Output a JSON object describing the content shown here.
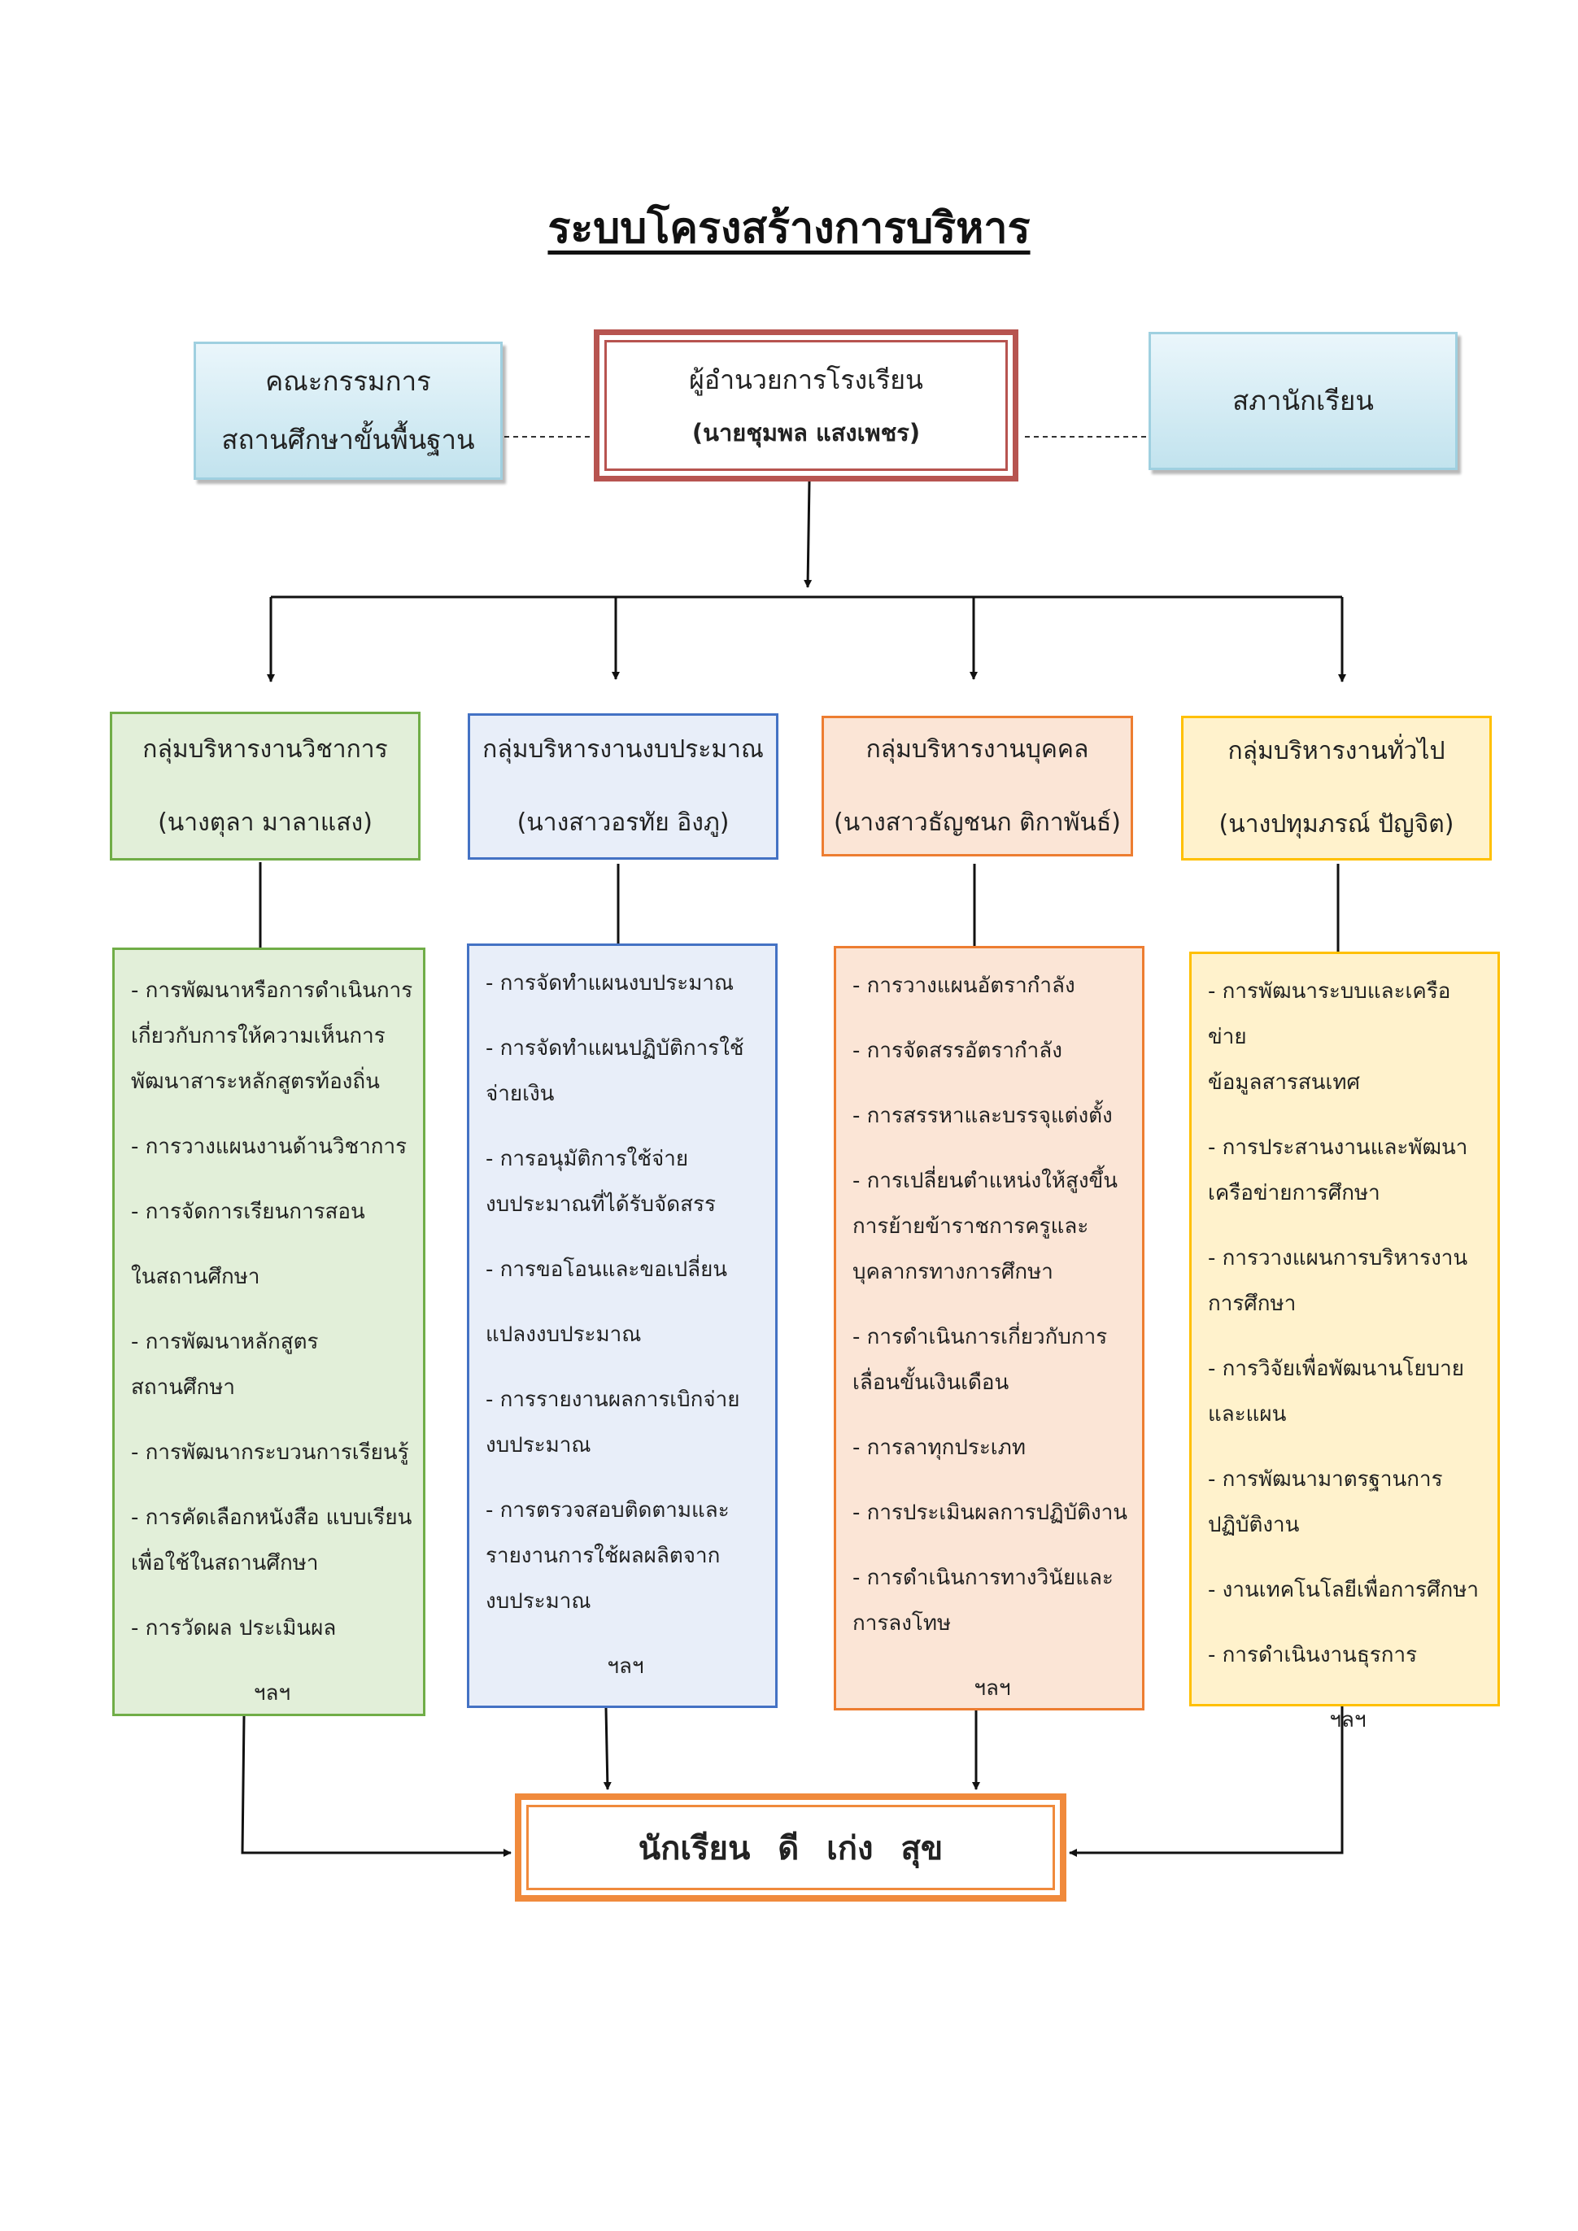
{
  "title": "ระบบโครงสร้างการบริหาร",
  "left_box": {
    "line1": "คณะกรรมการ",
    "line2": "สถานศึกษาขั้นพื้นฐาน"
  },
  "director": {
    "position": "ผู้อำนวยการโรงเรียน",
    "name": "(นายชุมพล แสงเพชร)"
  },
  "right_box": {
    "label": "สภานักเรียน"
  },
  "groups": [
    {
      "title": "กลุ่มบริหารงานวิชาการ",
      "head": "(นางตุลา มาลาแสง)",
      "items": [
        "- การพัฒนาหรือการดำเนินการ",
        "เกี่ยวกับการให้ความเห็นการ",
        "พัฒนาสาระหลักสูตรท้องถิ่น",
        "- การวางแผนงานด้านวิชาการ",
        "- การจัดการเรียนการสอน",
        "ในสถานศึกษา",
        "- การพัฒนาหลักสูตร",
        "สถานศึกษา",
        "- การพัฒนากระบวนการเรียนรู้",
        "- การคัดเลือกหนังสือ แบบเรียน",
        "เพื่อใช้ในสถานศึกษา",
        "- การวัดผล ประเมินผล"
      ],
      "etc": "ฯลฯ"
    },
    {
      "title": "กลุ่มบริหารงานงบประมาณ",
      "head": "(นางสาวอรทัย อิงภู)",
      "items": [
        "- การจัดทำแผนงบประมาณ",
        "- การจัดทำแผนปฏิบัติการใช้",
        "จ่ายเงิน",
        "- การอนุมัติการใช้จ่าย",
        "งบประมาณที่ได้รับจัดสรร",
        "- การขอโอนและขอเปลี่ยน",
        "แปลงงบประมาณ",
        "- การรายงานผลการเบิกจ่าย",
        "งบประมาณ",
        "- การตรวจสอบติดตามและ",
        "รายงานการใช้ผลผลิตจาก",
        "งบประมาณ"
      ],
      "etc": "ฯลฯ"
    },
    {
      "title": "กลุ่มบริหารงานบุคคล",
      "head": "(นางสาวธัญชนก ติกาพันธ์)",
      "items": [
        "- การวางแผนอัตรากำลัง",
        "- การจัดสรรอัตรากำลัง",
        "- การสรรหาและบรรจุแต่งตั้ง",
        "- การเปลี่ยนตำแหน่งให้สูงขึ้น",
        "การย้ายข้าราชการครูและ",
        "บุคลากรทางการศึกษา",
        "- การดำเนินการเกี่ยวกับการ",
        "เลื่อนขั้นเงินเดือน",
        "- การลาทุกประเภท",
        "- การประเมินผลการปฏิบัติงาน",
        "- การดำเนินการทางวินัยและ",
        "การลงโทษ"
      ],
      "etc": "ฯลฯ"
    },
    {
      "title": "กลุ่มบริหารงานทั่วไป",
      "head": "(นางปทุมภรณ์ ปัญจิต)",
      "items": [
        "- การพัฒนาระบบและเครือข่าย",
        "ข้อมูลสารสนเทศ",
        "- การประสานงานและพัฒนา",
        "เครือข่ายการศึกษา",
        "- การวางแผนการบริหารงาน",
        "การศึกษา",
        "- การวิจัยเพื่อพัฒนานโยบาย",
        "และแผน",
        "- การพัฒนามาตรฐานการ",
        "ปฏิบัติงาน",
        "- งานเทคโนโลยีเพื่อการศึกษา",
        "- การดำเนินงานธุรการ"
      ],
      "etc": "ฯลฯ"
    }
  ],
  "outcome": {
    "label": "นักเรียน ดี เก่ง สุข"
  }
}
